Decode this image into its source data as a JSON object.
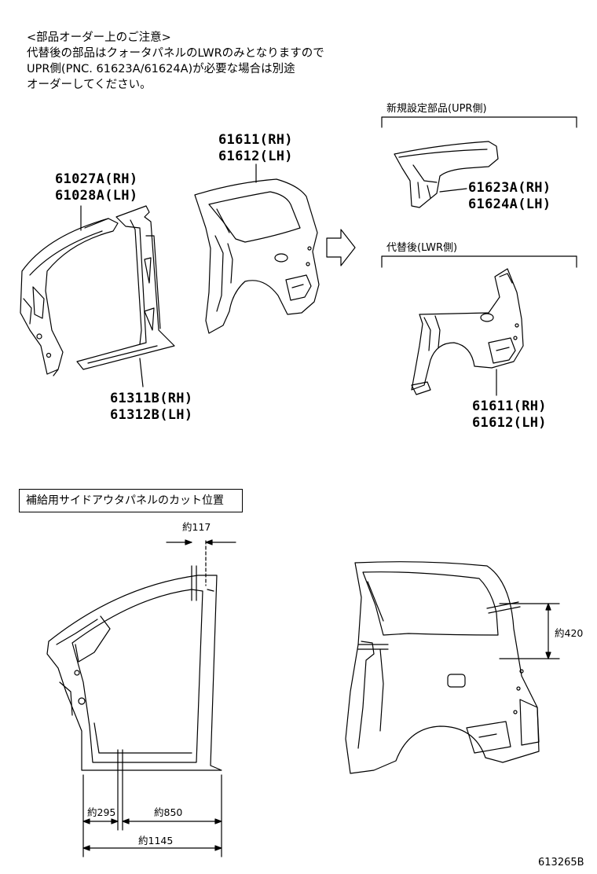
{
  "note": {
    "line1": "<部品オーダー上のご注意>",
    "line2": "代替後の部品はクォータパネルのLWRのみとなりますので",
    "line3": "UPR側(PNC. 61623A/61624A)が必要な場合は別途",
    "line4": "オーダーしてください。"
  },
  "parts": {
    "front_pillar_rh": "61027A(RH)",
    "front_pillar_lh": "61028A(LH)",
    "quarter_rh_top": "61611(RH)",
    "quarter_lh_top": "61612(LH)",
    "rocker_rh": "61311B(RH)",
    "rocker_lh": "61312B(LH)",
    "upr_rh": "61623A(RH)",
    "upr_lh": "61624A(LH)",
    "quarter_rh_bottom": "61611(RH)",
    "quarter_lh_bottom": "61612(LH)"
  },
  "sections": {
    "new_label": "新規設定部品(UPR側)",
    "replace_label": "代替後(LWR側)",
    "cut_box_label": "補給用サイドアウタパネルのカット位置"
  },
  "dimensions": {
    "d117": "約117",
    "d420": "約420",
    "d295": "約295",
    "d850": "約850",
    "d1145": "約1145"
  },
  "figure_id": "613265B"
}
